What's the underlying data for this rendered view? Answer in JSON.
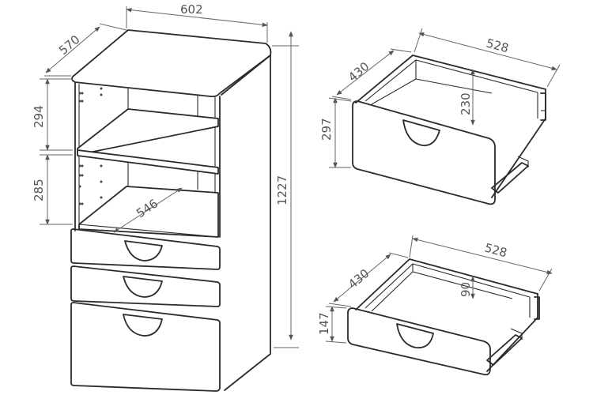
{
  "cabinet": {
    "width": "602",
    "depth": "570",
    "height": "1227",
    "upper_shelf_height": "294",
    "lower_shelf_height": "285",
    "inner_depth": "546"
  },
  "drawer_tall": {
    "width": "528",
    "depth": "430",
    "outer_height": "297",
    "inner_height": "230"
  },
  "drawer_short": {
    "width": "528",
    "depth": "430",
    "outer_height": "147",
    "inner_height": "90"
  }
}
